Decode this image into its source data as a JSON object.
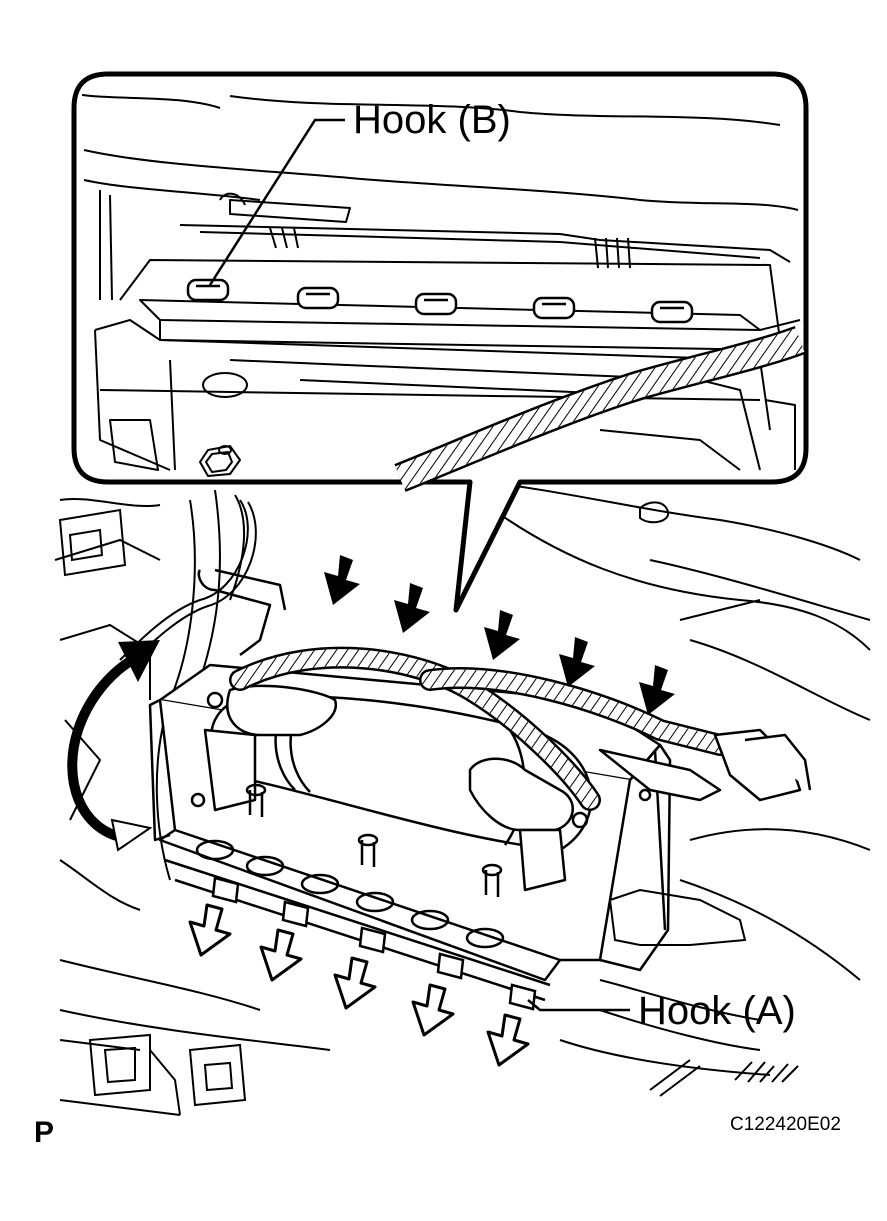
{
  "labels": {
    "hook_b": "Hook (B)",
    "hook_a": "Hook (A)",
    "figure_code": "C122420E02",
    "corner_mark": "P"
  },
  "colors": {
    "line": "#000000",
    "background": "#ffffff"
  },
  "icons": {
    "push_arrow": "push-down-arrow-icon",
    "pull_arrow": "pull-down-hollow-arrow-icon",
    "rotate_arrow": "rotation-arrow-icon"
  }
}
